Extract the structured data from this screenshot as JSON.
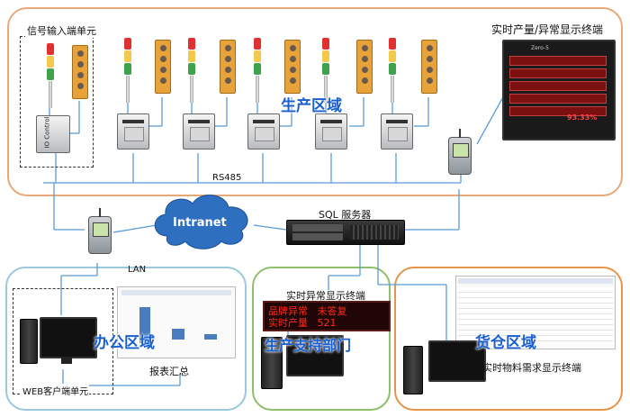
{
  "zones": {
    "production": {
      "label": "生产区域",
      "border_color": "#e8a878"
    },
    "office": {
      "label": "办公区域",
      "border_color": "#9cc8dc"
    },
    "support": {
      "label": "生产支持部门",
      "border_color": "#8fbf6a"
    },
    "warehouse": {
      "label": "货仓区域",
      "border_color": "#e8934a"
    }
  },
  "labels": {
    "signal_input_unit": "信号输入端单元",
    "realtime_display": "实时产量/异常显示终端",
    "rs485": "RS485",
    "intranet": "Intranet",
    "sql_server": "SQL 服务器",
    "lan": "LAN",
    "report_summary": "报表汇总",
    "web_client_unit": "WEB客户端单元",
    "anomaly_display": "实时异常显示终端",
    "material_display": "实时物料需求显示终端"
  },
  "devices": {
    "io_control_text": "IO Control",
    "zero_header": "Zero-5",
    "dashboard_percent": "93.33%",
    "led_line1": "品牌异常   未答复",
    "led_line2": "实时产量   521"
  },
  "colors": {
    "accent_blue": "#1a5fd0",
    "line_blue": "#5b9bd5",
    "led_red": "#ff2a1a",
    "cloud_blue": "#2f6fc0"
  }
}
